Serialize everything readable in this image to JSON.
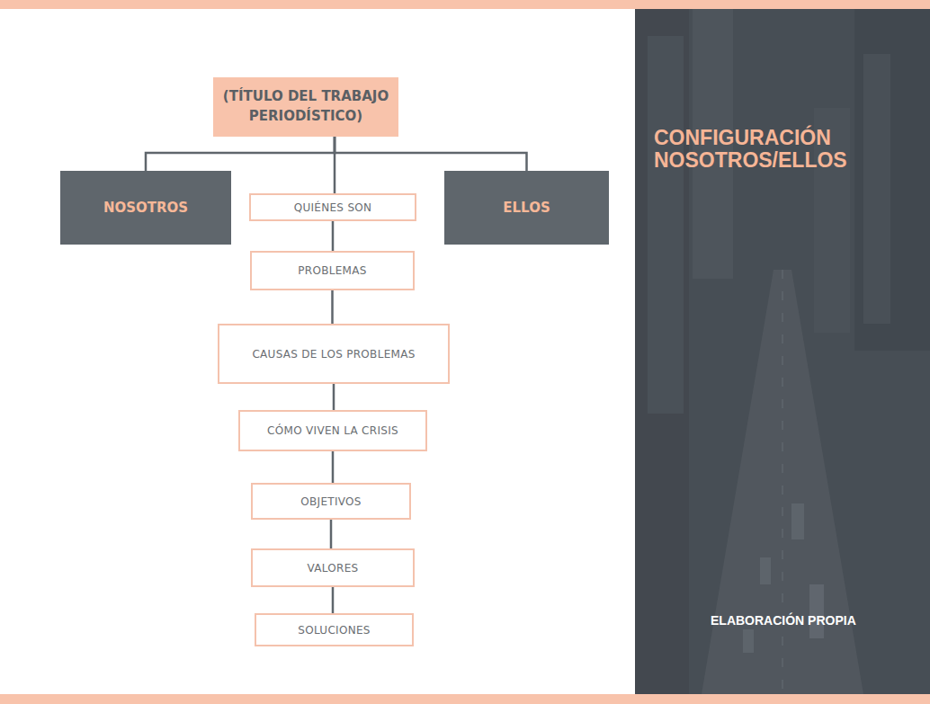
{
  "diagram": {
    "title": "CONFIGURACIÓN NOSOTROS/ELLOS",
    "caption": "ELABORACIÓN PROPIA",
    "nodes": [
      {
        "text": [
          "(TÍTULO DEL TRABAJO PERIODÍSTICO)"
        ]
      },
      {
        "text": [
          "NOSOTROS"
        ]
      },
      {
        "text": [
          "QUIÉNES SON"
        ]
      },
      {
        "text": [
          "ELLOS"
        ]
      },
      {
        "text": [
          "PROBLEMAS"
        ]
      },
      {
        "text": [
          "CAUSAS DE LOS PROBLEMAS"
        ]
      },
      {
        "text": [
          "CÓMO VIVEN LA CRISIS"
        ]
      },
      {
        "text": [
          "OBJETIVOS"
        ]
      },
      {
        "text": [
          "VALORES"
        ]
      },
      {
        "text": [
          "SOLUCIONES"
        ]
      }
    ],
    "edges": [
      {
        "from": 0,
        "to": 1,
        "arrow": "none"
      },
      {
        "from": 0,
        "to": 2,
        "arrow": "none"
      },
      {
        "from": 0,
        "to": 3,
        "arrow": "none"
      },
      {
        "from": 2,
        "to": 4,
        "arrow": "none"
      },
      {
        "from": 4,
        "to": 5,
        "arrow": "none"
      },
      {
        "from": 5,
        "to": 6,
        "arrow": "none"
      },
      {
        "from": 6,
        "to": 7,
        "arrow": "none"
      },
      {
        "from": 7,
        "to": 8,
        "arrow": "none"
      },
      {
        "from": 8,
        "to": 9,
        "arrow": "none"
      }
    ]
  }
}
